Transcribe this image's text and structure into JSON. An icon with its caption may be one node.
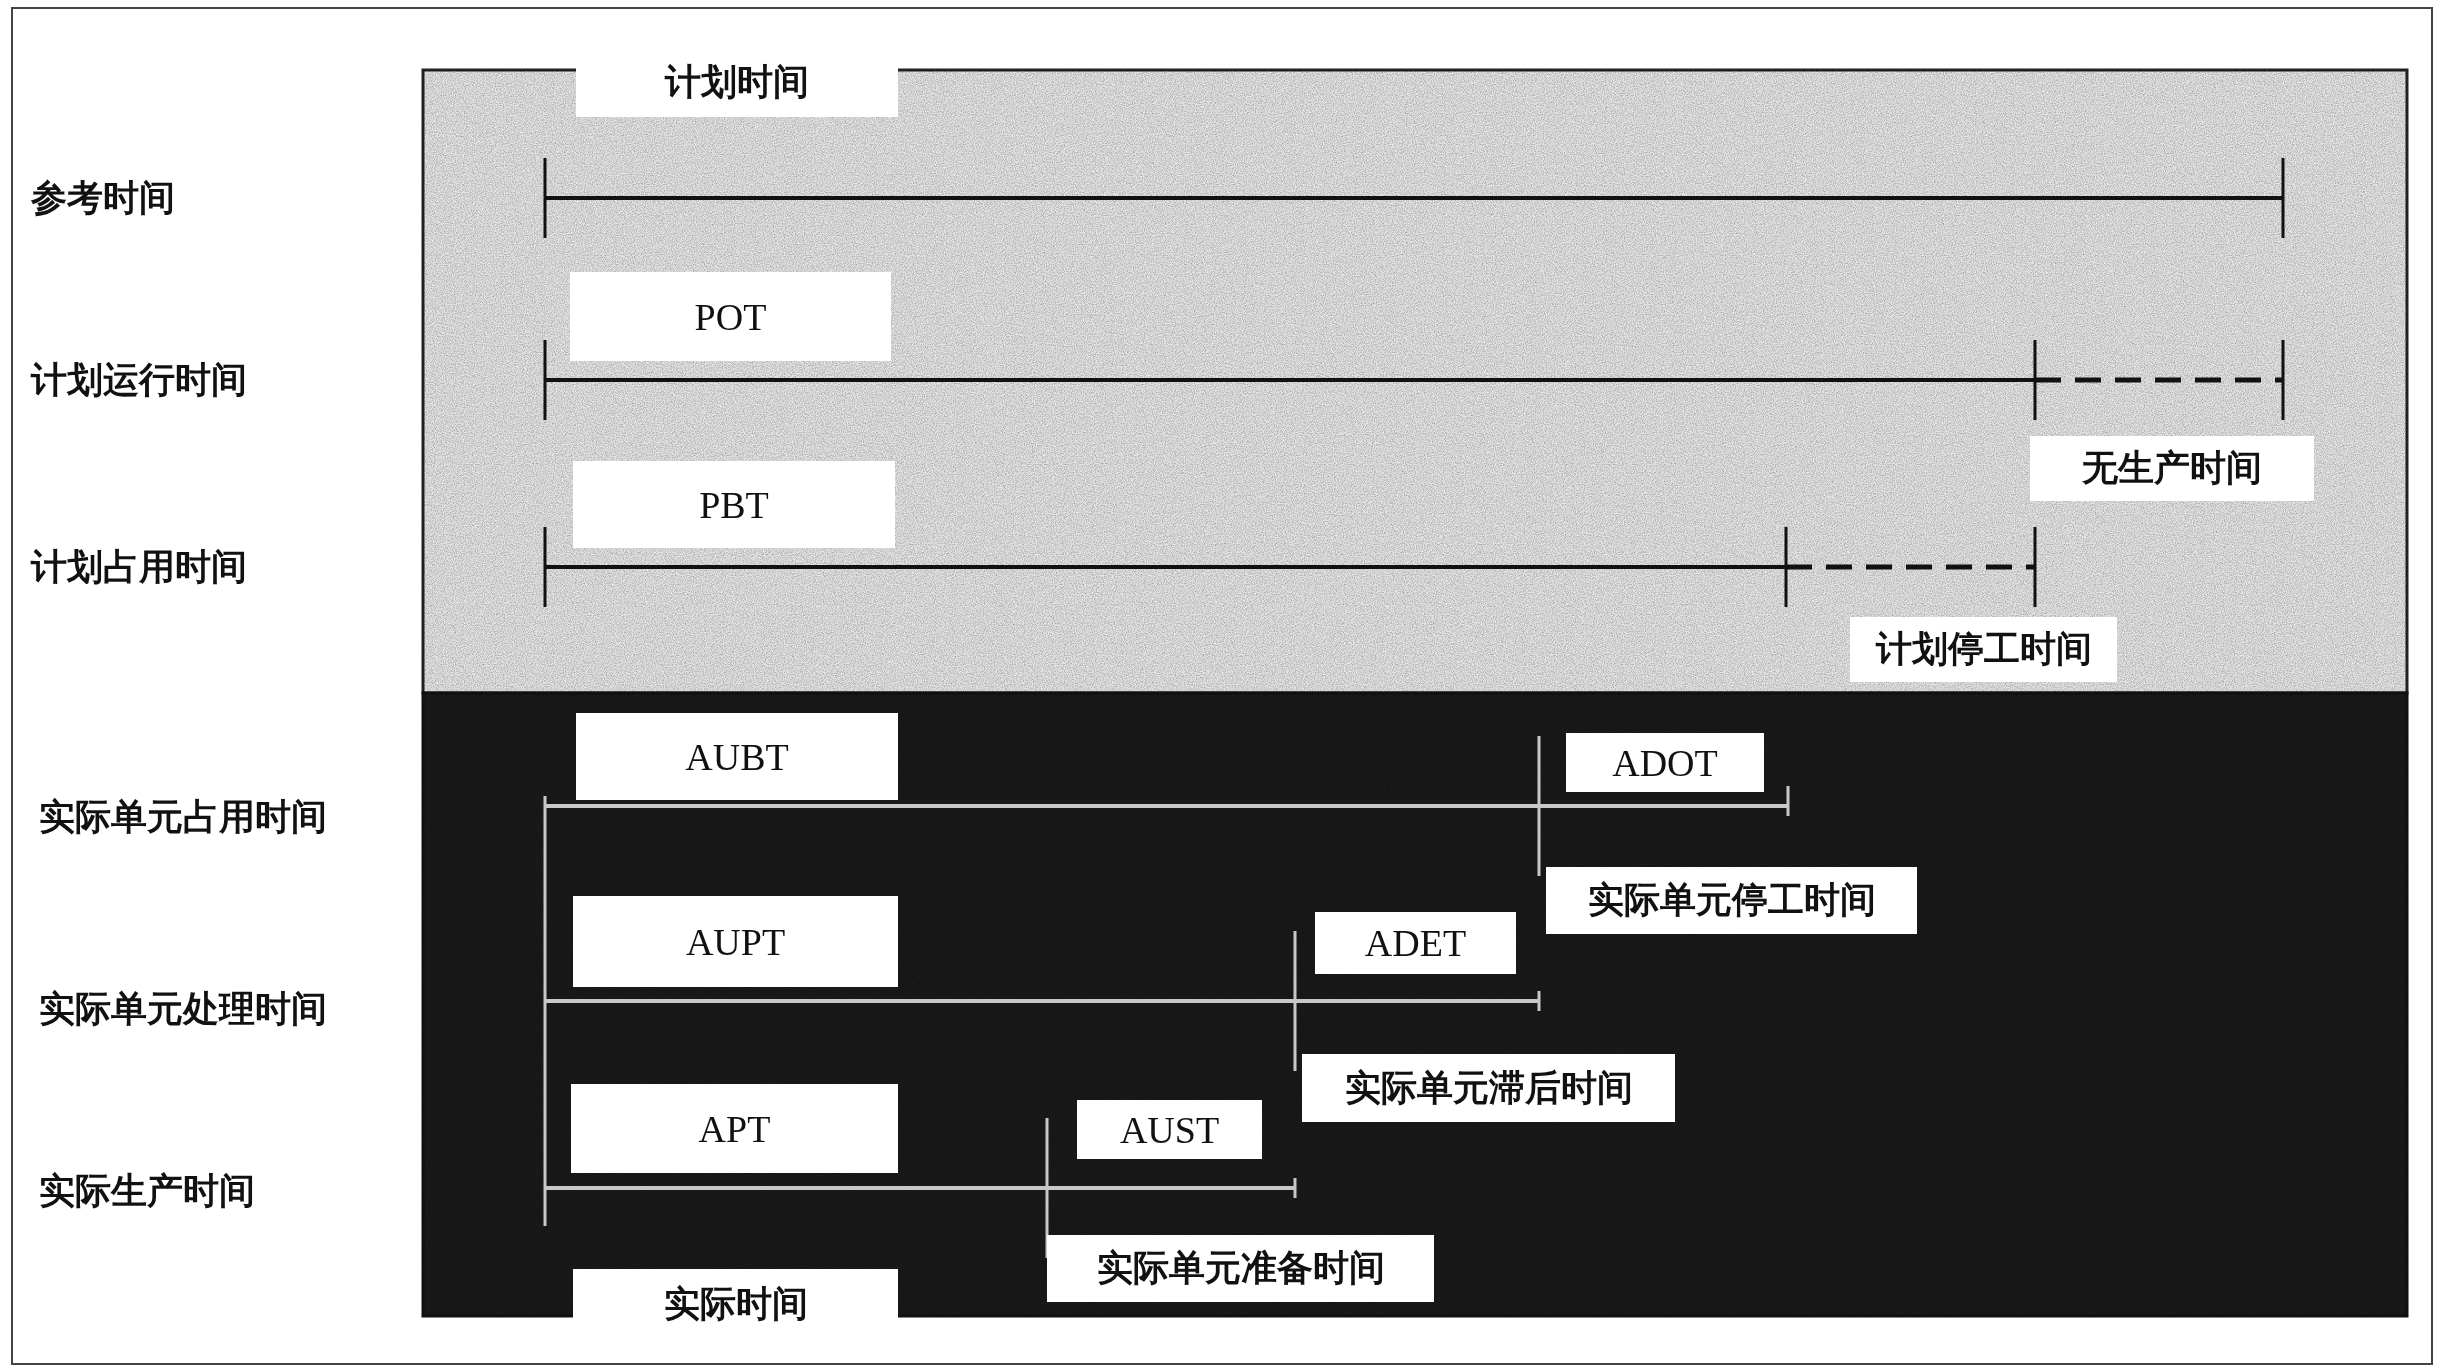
{
  "diagram": {
    "nodes": [
      {
        "text": [
          "计划时间"
        ]
      },
      {
        "text": [
          "POT"
        ]
      },
      {
        "text": [
          "无生产时间"
        ]
      },
      {
        "text": [
          "PBT"
        ]
      },
      {
        "text": [
          "计划停工时间"
        ]
      },
      {
        "text": [
          "AUBT"
        ]
      },
      {
        "text": [
          "ADOT"
        ]
      },
      {
        "text": [
          "实际单元停工时间"
        ]
      },
      {
        "text": [
          "AUPT"
        ]
      },
      {
        "text": [
          "ADET"
        ]
      },
      {
        "text": [
          "实际单元滞后时间"
        ]
      },
      {
        "text": [
          "APT"
        ]
      },
      {
        "text": [
          "AUST"
        ]
      },
      {
        "text": [
          "实际单元准备时间"
        ]
      },
      {
        "text": [
          "实际时间"
        ]
      }
    ],
    "labels": [
      "参考时间",
      "计划运行时间",
      "计划占用时间",
      "实际单元占用时间",
      "实际单元处理时间",
      "实际生产时间"
    ]
  }
}
